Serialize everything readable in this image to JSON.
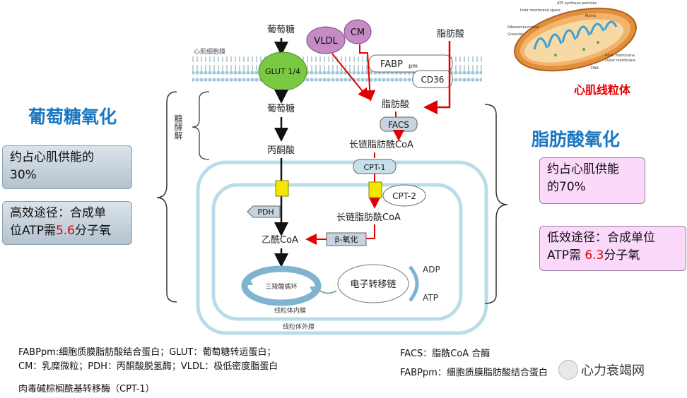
{
  "left": {
    "title": "葡萄糖氧化",
    "share_line1": "约占心肌供能的",
    "share_line2": "30%",
    "eff_line1": "高效途径：合成单",
    "eff_line2_pre": "位ATP需",
    "eff_value": "5.6",
    "eff_line2_post": "分子氧"
  },
  "right": {
    "title": "脂肪酸氧化",
    "share_line1": "约占心肌供能",
    "share_line2": "的70%",
    "eff_line1": "低效途径：合成单位",
    "eff_line2_pre": "ATP需 ",
    "eff_value": "6.3",
    "eff_line2_post": "分子氧"
  },
  "mito_caption": "心肌线粒体",
  "mito_labels": {
    "ims": "Inter membrane space",
    "atp_syn": "ATP synthase particles",
    "matrix": "Matrix",
    "ribosomes": "Ribosomes",
    "cristae": "cristae",
    "granules": "Granules",
    "inner": "Inner membrane",
    "outer": "Outer membrane",
    "dna": "DNA"
  },
  "diagram": {
    "membrane_label": "心肌细胞膜",
    "glucose_top": "葡萄糖",
    "vldl": "VLDL",
    "cm": "CM",
    "fatty_acid_top": "脂肪酸",
    "glut": "GLUT 1/4",
    "fabp": "FABP",
    "fabp_sub": "pm",
    "cd36": "CD36",
    "glycolysis": "糖酵解",
    "glucose_mid": "葡萄糖",
    "fatty_acid_mid": "脂肪酸",
    "facs": "FACS",
    "pyruvate": "丙酮酸",
    "lcfa_coa_1": "长链脂肪酰CoA",
    "cpt1": "CPT-1",
    "cpt2": "CPT-2",
    "pdh": "PDH",
    "lcfa_coa_2": "长链脂肪酰CoA",
    "acetyl_coa": "乙酰CoA",
    "beta_ox": "β-氧化",
    "tca": "三羧酸循环",
    "etc": "电子转移链",
    "adp": "ADP",
    "atp": "ATP",
    "inner_mem": "线粒体内膜",
    "outer_mem": "线粒体外膜"
  },
  "footnotes": {
    "line1": "FABPpm:细胞质膜脂肪酸结合蛋白；GLUT：葡萄糖转运蛋白；",
    "line2": "CM：乳糜微粒；PDH：丙酮酸脱氢酶；VLDL：极低密度脂蛋白",
    "line3": "肉毒碱棕榈酰基转移酶（CPT-1）",
    "right1": "FACS：脂酰CoA 合酶",
    "right2": "FABPpm：细胞质膜脂肪酸结合蛋白"
  },
  "watermark": "心力衰竭网",
  "colors": {
    "title_blue": "#1a78c2",
    "highlight_red": "#e00000",
    "glut_green": "#7ac943",
    "vldl_purple": "#c58bc5",
    "cpt_yellow": "#f3e600",
    "membrane_blue": "#b9dcea"
  }
}
